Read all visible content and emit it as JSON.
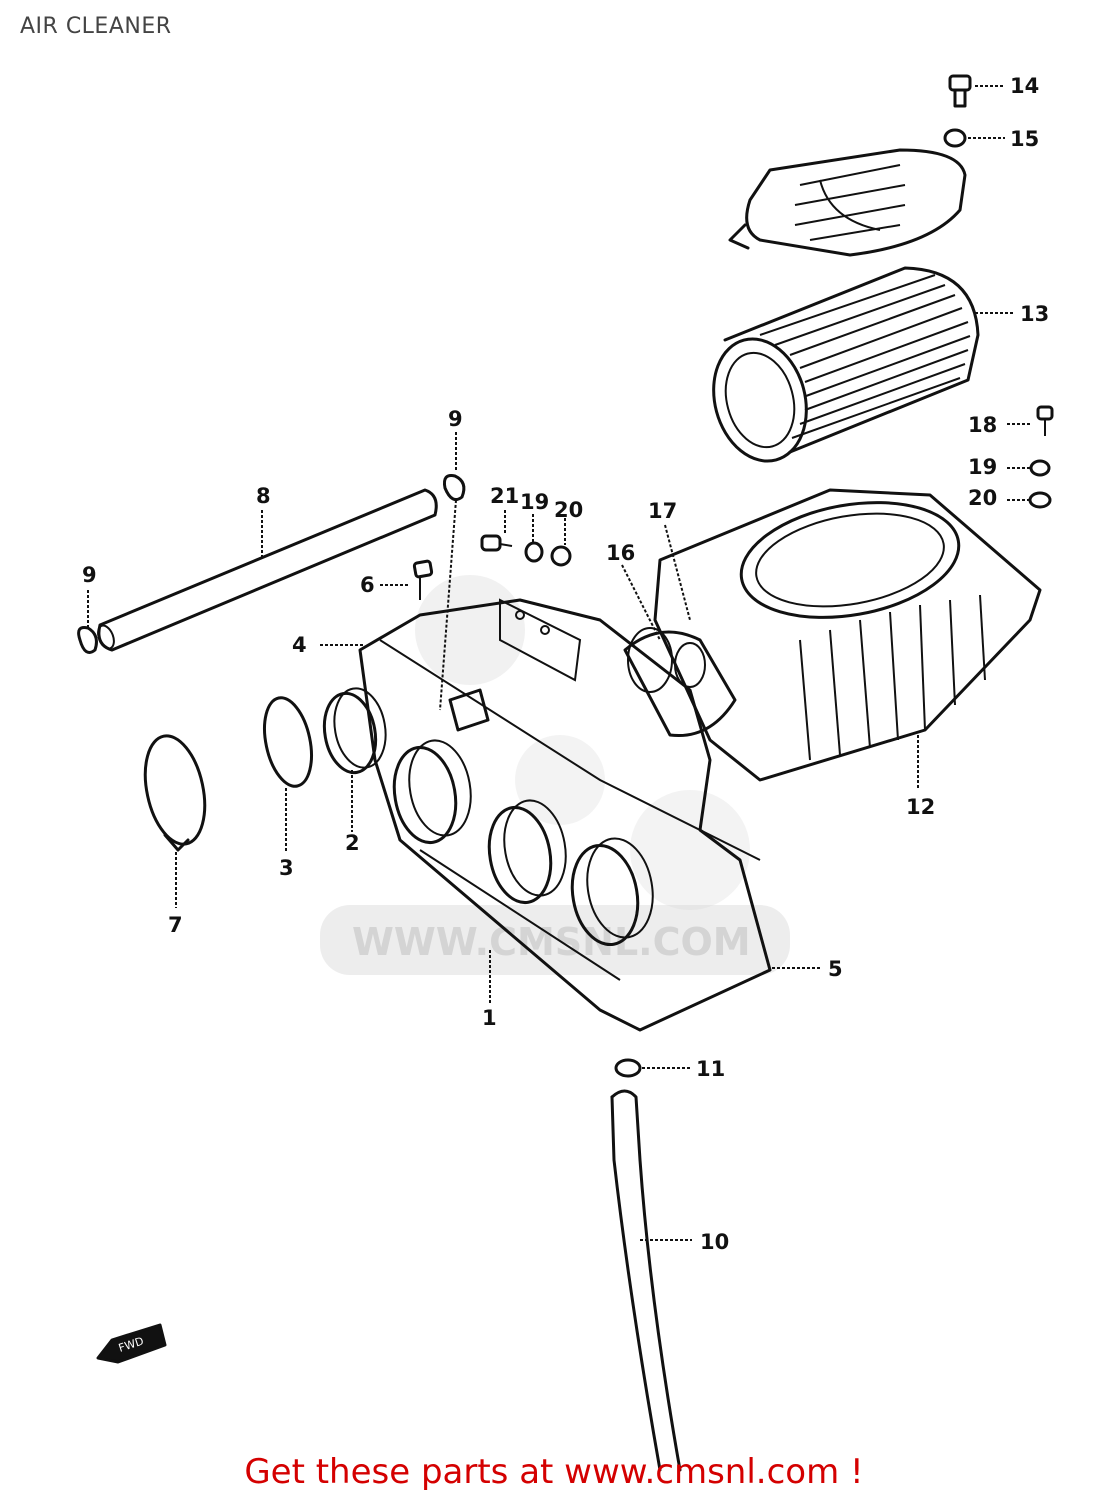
{
  "title": "AIR CLEANER",
  "watermark": "WWW.CMSNL.COM",
  "fwd_label": "FWD",
  "footer": "Get these parts at www.cmsnl.com !",
  "callouts": {
    "p1": "1",
    "p2": "2",
    "p3": "3",
    "p4": "4",
    "p5": "5",
    "p6": "6",
    "p7": "7",
    "p8": "8",
    "p9a": "9",
    "p9b": "9",
    "p10": "10",
    "p11": "11",
    "p12": "12",
    "p13": "13",
    "p14": "14",
    "p15": "15",
    "p16": "16",
    "p17": "17",
    "p18": "18",
    "p19a": "19",
    "p19b": "19",
    "p20a": "20",
    "p20b": "20",
    "p21": "21"
  }
}
